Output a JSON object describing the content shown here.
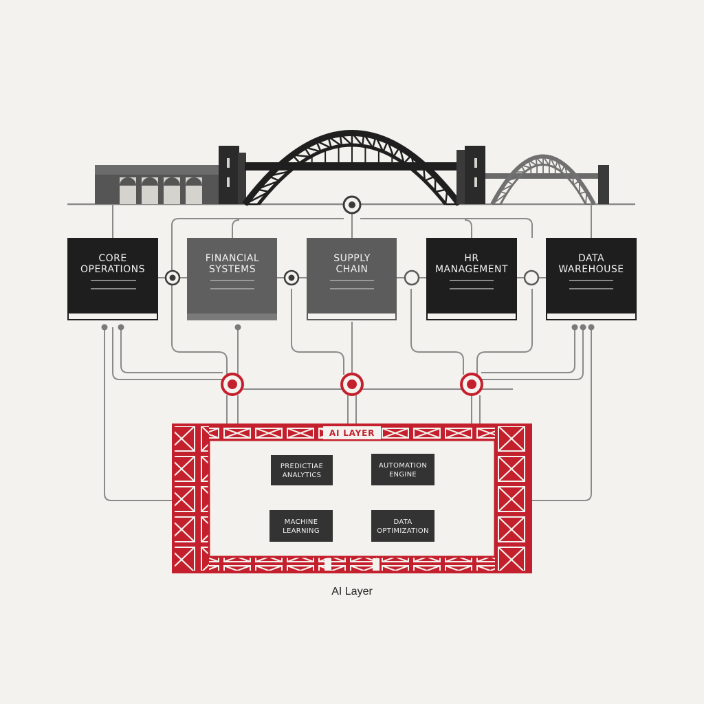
{
  "colors": {
    "background": "#f3f2ee",
    "dark_box": "#1f1f1f",
    "gray_box": "#5a5a5a",
    "accent_red": "#c41f2c",
    "line": "#8a8a8a",
    "box_text": "#f1f1f1"
  },
  "systems": [
    {
      "id": "core",
      "lines": [
        "CORE",
        "OPERATIONS"
      ],
      "tone": "dark"
    },
    {
      "id": "financial",
      "lines": [
        "FINANCIAL",
        "SYSTEMS"
      ],
      "tone": "gray"
    },
    {
      "id": "supply",
      "lines": [
        "SUPPLY",
        "CHAIN"
      ],
      "tone": "gray"
    },
    {
      "id": "hr",
      "lines": [
        "HR",
        "MANAGEMENT"
      ],
      "tone": "dark"
    },
    {
      "id": "data",
      "lines": [
        "DATA",
        "WAREHOUSE"
      ],
      "tone": "dark"
    }
  ],
  "ai_layer": {
    "banner": "AI LAYER",
    "caption": "AI Layer",
    "modules": [
      {
        "id": "predictive",
        "lines": [
          "PREDICTIAE",
          "ANALYTICS"
        ]
      },
      {
        "id": "automation",
        "lines": [
          "AUTOMATION",
          "ENGINE"
        ]
      },
      {
        "id": "ml",
        "lines": [
          "MACHINE",
          "LEARNING"
        ]
      },
      {
        "id": "optimization",
        "lines": [
          "DATA",
          "OPTIMIZATION"
        ]
      }
    ]
  },
  "icons": [
    "bridge-illustration",
    "connector-node-icon",
    "hub-node-icon",
    "truss-pattern"
  ]
}
